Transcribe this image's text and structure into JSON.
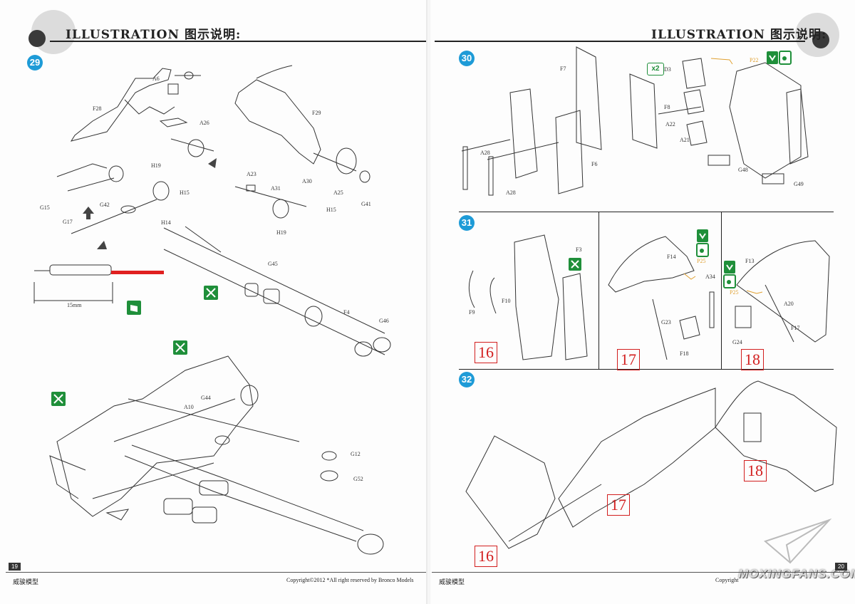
{
  "left_page": {
    "header": "ILLUSTRATION 图示说明:",
    "step": "29",
    "measure_label": "15mm",
    "part_labels": [
      "A6",
      "F28",
      "A26",
      "F29",
      "H19",
      "H15",
      "A23",
      "A31",
      "A30",
      "A25",
      "G41",
      "G15",
      "G42",
      "G17",
      "H14",
      "G45",
      "F4",
      "G46",
      "A10",
      "G44",
      "G12",
      "G52",
      "H15",
      "H19"
    ],
    "footer_left": "威骏模型",
    "footer_copyright": "Copyright©2012 *All right reserved by Bronco Models",
    "page_number": "19"
  },
  "right_page": {
    "header": "ILLUSTRATION 图示说明:",
    "steps": [
      "30",
      "31",
      "32"
    ],
    "multiplier": "x2",
    "step30_labels": [
      "F7",
      "D3",
      "P22",
      "F8",
      "A28",
      "A28",
      "F6",
      "A22",
      "A21",
      "G48",
      "G49"
    ],
    "step31_labels": [
      "F3",
      "F10",
      "F9",
      "F14",
      "P25",
      "A34",
      "G23",
      "F18",
      "F13",
      "P25",
      "A20",
      "F17",
      "G24"
    ],
    "callouts": [
      "16",
      "17",
      "18"
    ],
    "footer_left": "威骏模型",
    "footer_copyright": "Copyright",
    "page_number": "20"
  },
  "watermark": "MOXINGFANS.COM",
  "colors": {
    "step_circle": "#1e9bd7",
    "glue": "#1f8f3a",
    "red": "#d21e1e",
    "red_line": "#e02020"
  },
  "icons": [
    "glue-icon",
    "cement-icon",
    "arrow-icon",
    "paper-plane-logo-icon"
  ]
}
